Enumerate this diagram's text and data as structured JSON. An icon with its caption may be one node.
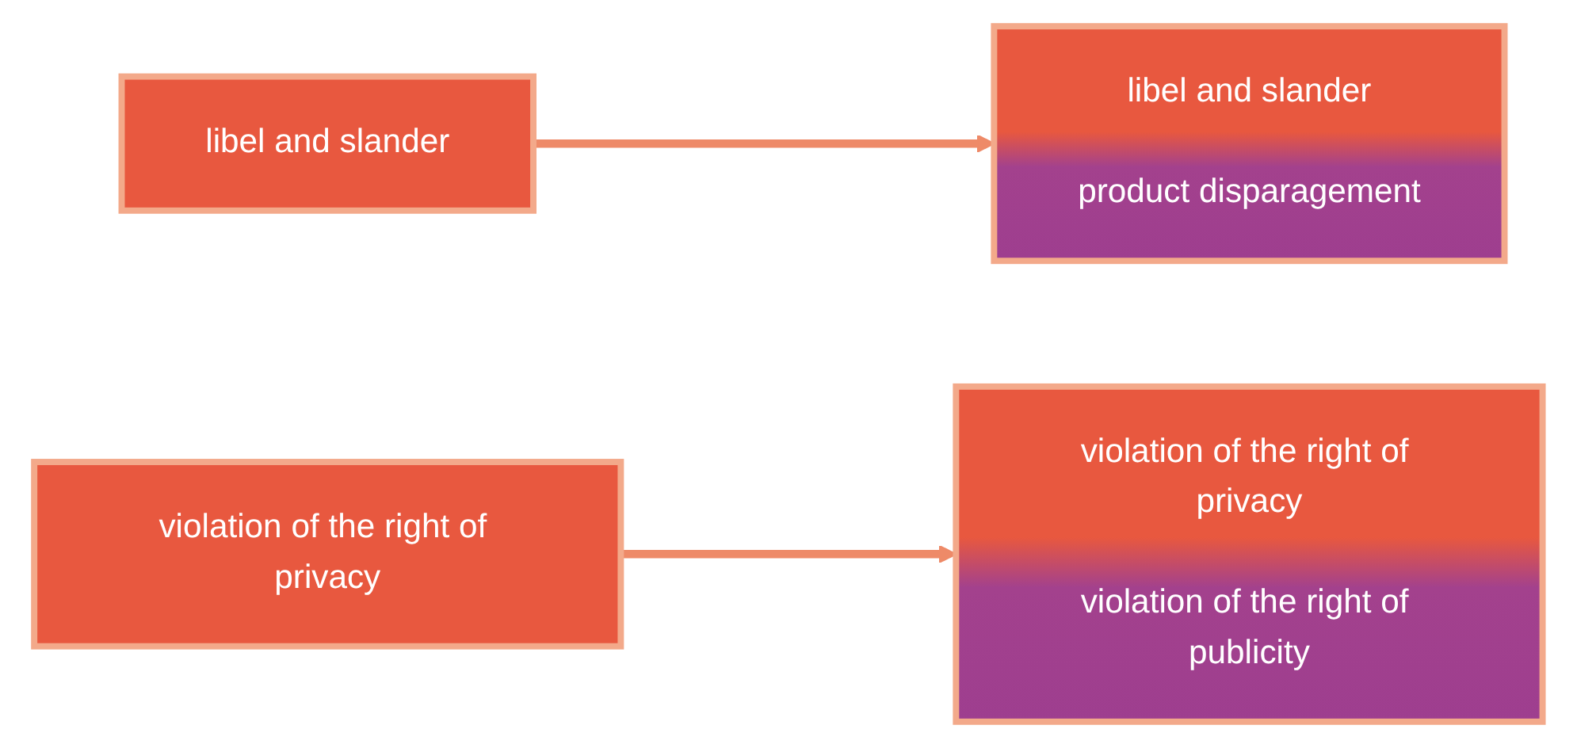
{
  "diagram": {
    "nodes": [
      {
        "text": [
          "libel and slander"
        ]
      },
      {
        "text": [
          "libel and slander",
          "product disparagement"
        ]
      },
      {
        "text": [
          "violation of the right of privacy"
        ]
      },
      {
        "text": [
          "violation of the right of privacy",
          "violation of the right of publicity"
        ]
      }
    ],
    "edges": [
      {
        "from": 0,
        "to": 1,
        "arrow": "to"
      },
      {
        "from": 2,
        "to": 3,
        "arrow": "to"
      }
    ]
  }
}
